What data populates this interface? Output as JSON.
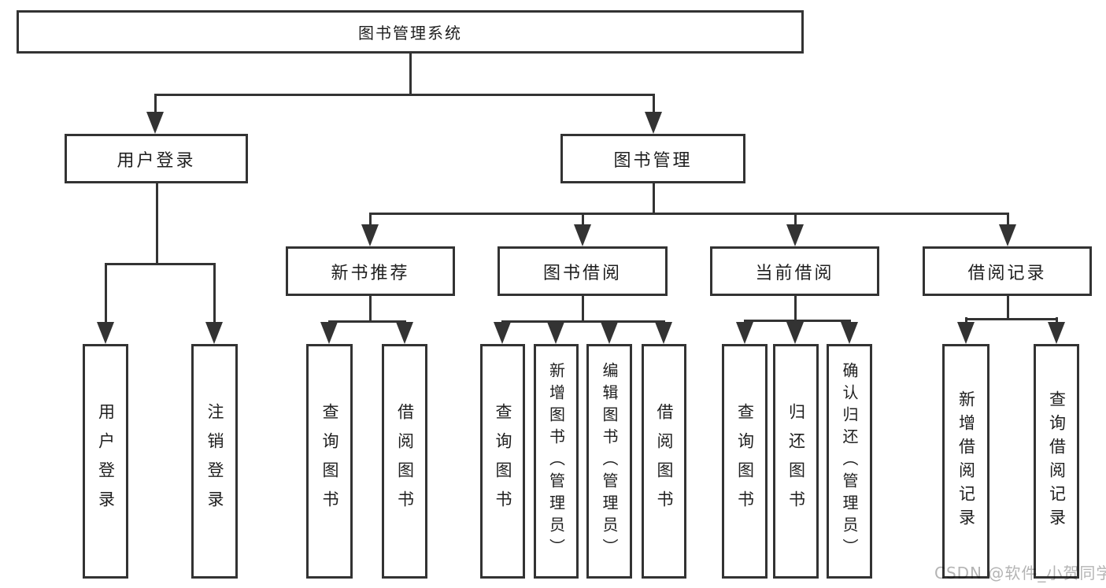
{
  "tree": {
    "root": {
      "label": "图书管理系统"
    },
    "branches": [
      {
        "label": "用户登录",
        "children": [
          {
            "label": "用户登录"
          },
          {
            "label": "注销登录"
          }
        ]
      },
      {
        "label": "图书管理",
        "children": [
          {
            "label": "新书推荐",
            "children": [
              {
                "label": "查询图书"
              },
              {
                "label": "借阅图书"
              }
            ]
          },
          {
            "label": "图书借阅",
            "children": [
              {
                "label": "查询图书"
              },
              {
                "label": "新增图书（管理员）"
              },
              {
                "label": "编辑图书（管理员）"
              },
              {
                "label": "借阅图书"
              }
            ]
          },
          {
            "label": "当前借阅",
            "children": [
              {
                "label": "查询图书"
              },
              {
                "label": "归还图书"
              },
              {
                "label": "确认归还（管理员）"
              }
            ]
          },
          {
            "label": "借阅记录",
            "children": [
              {
                "label": "新增借阅记录"
              },
              {
                "label": "查询借阅记录"
              }
            ]
          }
        ]
      }
    ]
  },
  "watermark": "CSDN @软件_小贺同学",
  "colors": {
    "line": "#333333",
    "text": "#1f1f1f",
    "box_fill": "#ffffff",
    "background": "#ffffff",
    "watermark": "#b4b4b4"
  }
}
